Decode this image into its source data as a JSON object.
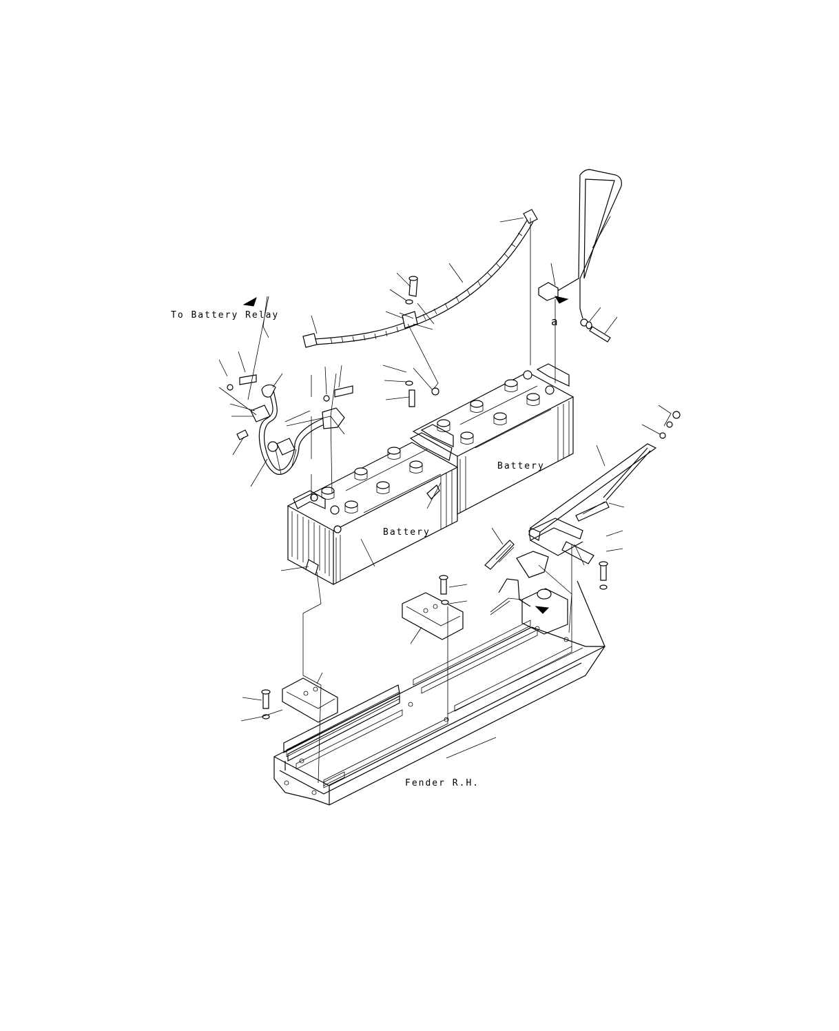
{
  "labels": {
    "to_battery_relay": "To Battery Relay",
    "battery_left": "Battery",
    "battery_right": "Battery",
    "fender": "Fender R.H.",
    "ref_a": "a"
  },
  "colors": {
    "line": "#000000",
    "background": "#ffffff"
  }
}
